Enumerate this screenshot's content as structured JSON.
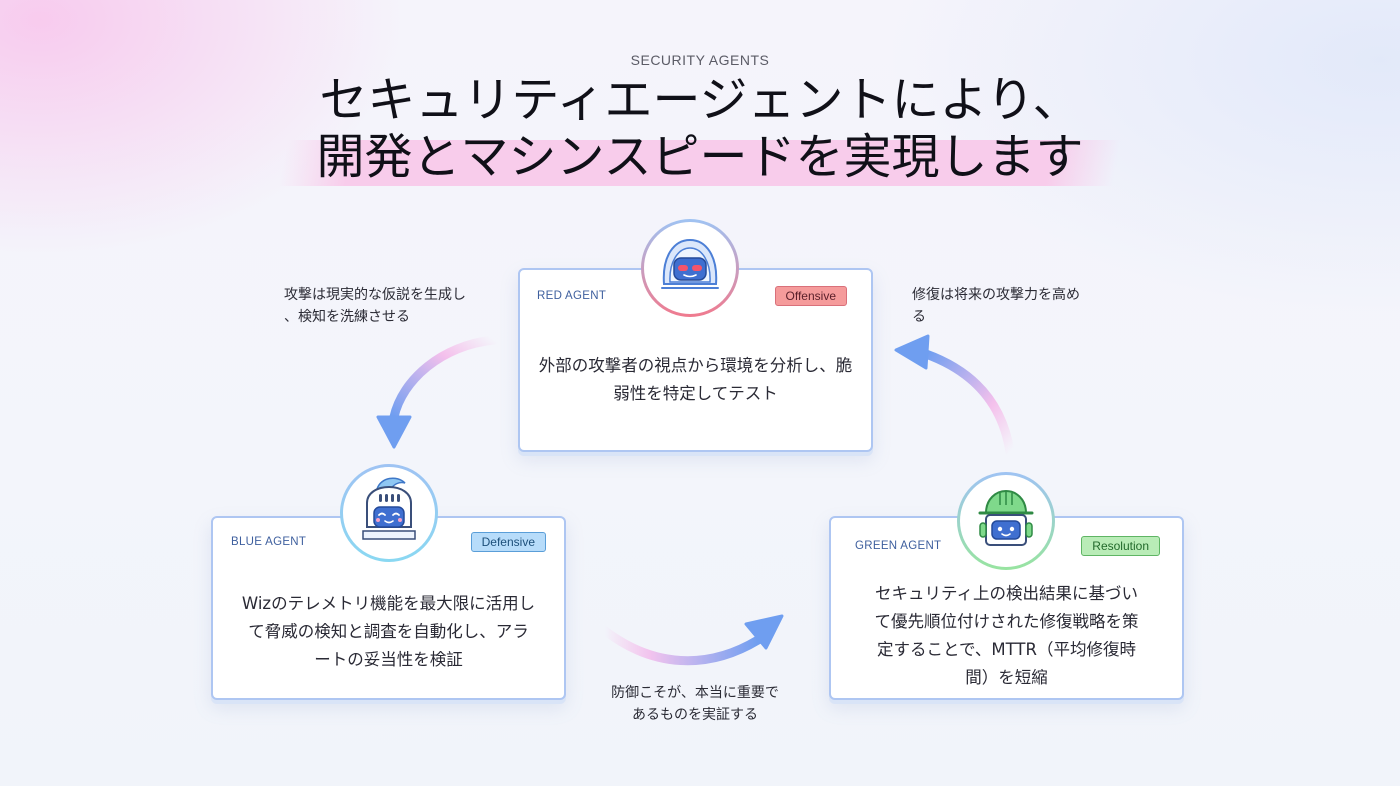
{
  "header": {
    "eyebrow": "SECURITY AGENTS",
    "title_line1": "セキュリティエージェントにより、",
    "title_line2": "開発とマシンスピードを実現します"
  },
  "agents": {
    "red": {
      "label": "RED AGENT",
      "badge": "Offensive",
      "description_line1": "外部の攻撃者の視点から環境を分析し、脆",
      "description_line2": "弱性を特定してテスト",
      "icon": "red-robot-icon"
    },
    "blue": {
      "label": "BLUE AGENT",
      "badge": "Defensive",
      "description_line1": "Wizのテレメトリ機能を最大限に活用し",
      "description_line2": "て脅威の検知と調査を自動化し、アラ",
      "description_line3": "ートの妥当性を検証",
      "icon": "blue-knight-robot-icon"
    },
    "green": {
      "label": "GREEN AGENT",
      "badge": "Resolution",
      "description_line1": "セキュリティ上の検出結果に基づい",
      "description_line2": "て優先順位付けされた修復戦略を策",
      "description_line3": "定することで、MTTR（平均修復時",
      "description_line4": "間）を短縮",
      "icon": "green-hardhat-robot-icon"
    }
  },
  "flows": {
    "red_to_blue_line1": "攻撃は現実的な仮説を生成し",
    "red_to_blue_line2": "、検知を洗練させる",
    "blue_to_green_line1": "防御こそが、本当に重要で",
    "blue_to_green_line2": "あるものを実証する",
    "green_to_red_line1": "修復は将来の攻撃力を高め",
    "green_to_red_line2": "る"
  },
  "colors": {
    "card_border": "#aec6f2",
    "offensive_bg": "#f59b9b",
    "offensive_text": "#5a1f2a",
    "defensive_bg": "#b7dcfa",
    "defensive_text": "#1d4f7a",
    "resolution_bg": "#b9ecb7",
    "resolution_text": "#236a2c",
    "arrow_blue": "#6f9ef0",
    "arrow_pink": "#f7c2ea"
  }
}
